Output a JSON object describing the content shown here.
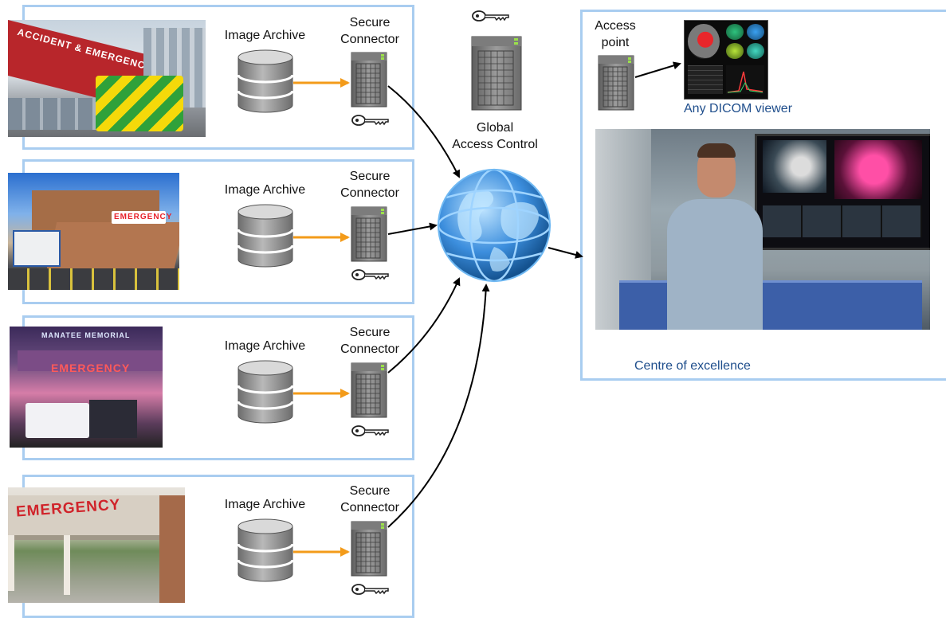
{
  "colors": {
    "panel_border": "#a9cdf0",
    "arrow_orange": "#f39b1a",
    "arrow_black": "#000000",
    "caption_blue": "#1f4e8c",
    "signage_red": "#e8222b"
  },
  "hospitals": [
    {
      "archive_label": "Image Archive",
      "connector_label": "Secure\nConnector",
      "sign": "ACCIDENT & EMERGENCY",
      "icons": [
        "hospital-photo",
        "database-icon",
        "server-icon",
        "key-icon"
      ]
    },
    {
      "archive_label": "Image Archive",
      "connector_label": "Secure\nConnector",
      "sign": "EMERGENCY",
      "icons": [
        "hospital-photo",
        "database-icon",
        "server-icon",
        "key-icon"
      ]
    },
    {
      "archive_label": "Image Archive",
      "connector_label": "Secure\nConnector",
      "sign": "EMERGENCY",
      "sign_top": "MANATEE MEMORIAL",
      "icons": [
        "hospital-photo",
        "database-icon",
        "server-icon",
        "key-icon"
      ]
    },
    {
      "archive_label": "Image Archive",
      "connector_label": "Secure\nConnector",
      "sign": "EMERGENCY",
      "icons": [
        "hospital-photo",
        "database-icon",
        "server-icon",
        "key-icon"
      ]
    }
  ],
  "global": {
    "label": "Global\nAccess Control",
    "icons": [
      "key-icon",
      "server-icon",
      "globe-icon"
    ]
  },
  "centre": {
    "access_point_label": "Access\npoint",
    "viewer_label": "Any DICOM viewer",
    "caption": "Centre of excellence",
    "icons": [
      "server-icon",
      "dicom-viewer-screen",
      "doctor-photo"
    ]
  }
}
